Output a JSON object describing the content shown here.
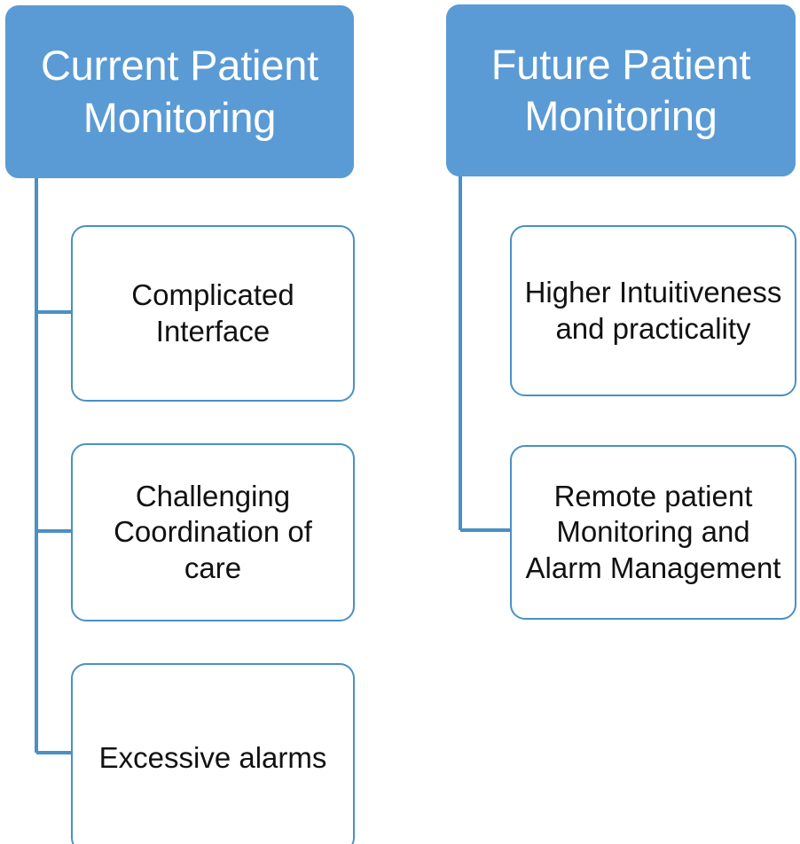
{
  "diagram": {
    "type": "tree",
    "orientation": "vertical-two-column",
    "accent_color": "#5B9BD5",
    "node_border_color": "#4A90C4",
    "node_fill_color": "#FFFFFF",
    "root_text_color": "#FFFFFF",
    "child_text_color": "#111111",
    "background_color": "#FFFFFF",
    "branches": [
      {
        "id": "current",
        "root_label": "Current Patient Monitoring",
        "children": [
          {
            "id": "complicated-interface",
            "label": "Complicated Interface",
            "connected": true
          },
          {
            "id": "challenging-coordination",
            "label": "Challenging Coordination of care",
            "connected": true
          },
          {
            "id": "excessive-alarms",
            "label": "Excessive alarms",
            "connected": true
          }
        ]
      },
      {
        "id": "future",
        "root_label": "Future Patient Monitoring",
        "children": [
          {
            "id": "higher-intuitiveness",
            "label": "Higher Intuitiveness and practicality",
            "connected": false
          },
          {
            "id": "remote-monitoring",
            "label": "Remote patient Monitoring and Alarm Management",
            "connected": true
          }
        ]
      }
    ]
  }
}
